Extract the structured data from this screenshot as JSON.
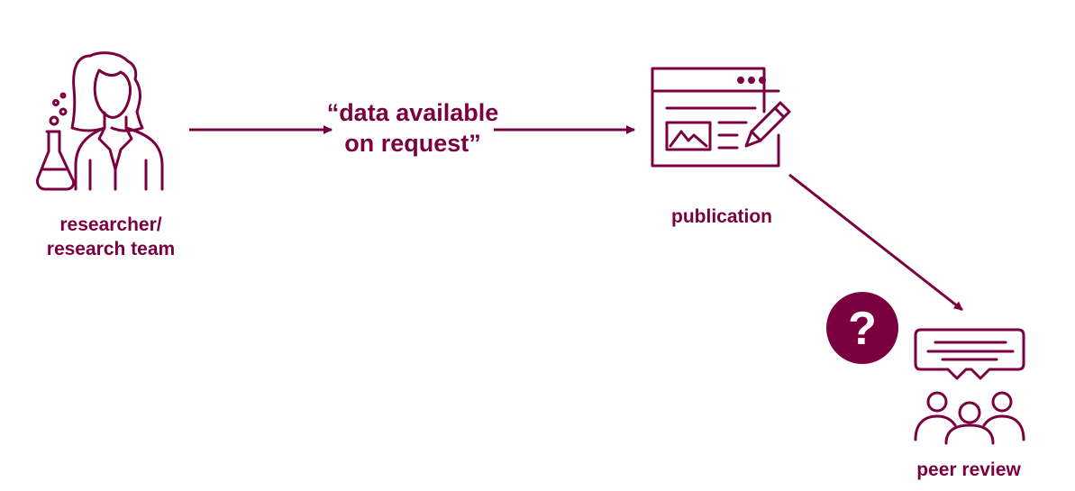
{
  "colors": {
    "accent": "#7a0040",
    "background": "#ffffff"
  },
  "nodes": {
    "researcher": {
      "icon": "scientist-with-flask-icon",
      "label_lines": [
        "researcher/",
        "research team"
      ]
    },
    "publication": {
      "icon": "document-with-pen-icon",
      "label": "publication"
    },
    "peer_review": {
      "icon": "people-with-speech-bubble-icon",
      "label": "peer review"
    }
  },
  "edges": {
    "researcher_to_publication": {
      "label_lines": [
        "“data available",
        "on request”"
      ]
    },
    "publication_to_peer_review": {
      "label": ""
    }
  },
  "question_badge": {
    "icon": "question-mark-icon",
    "symbol": "?"
  }
}
